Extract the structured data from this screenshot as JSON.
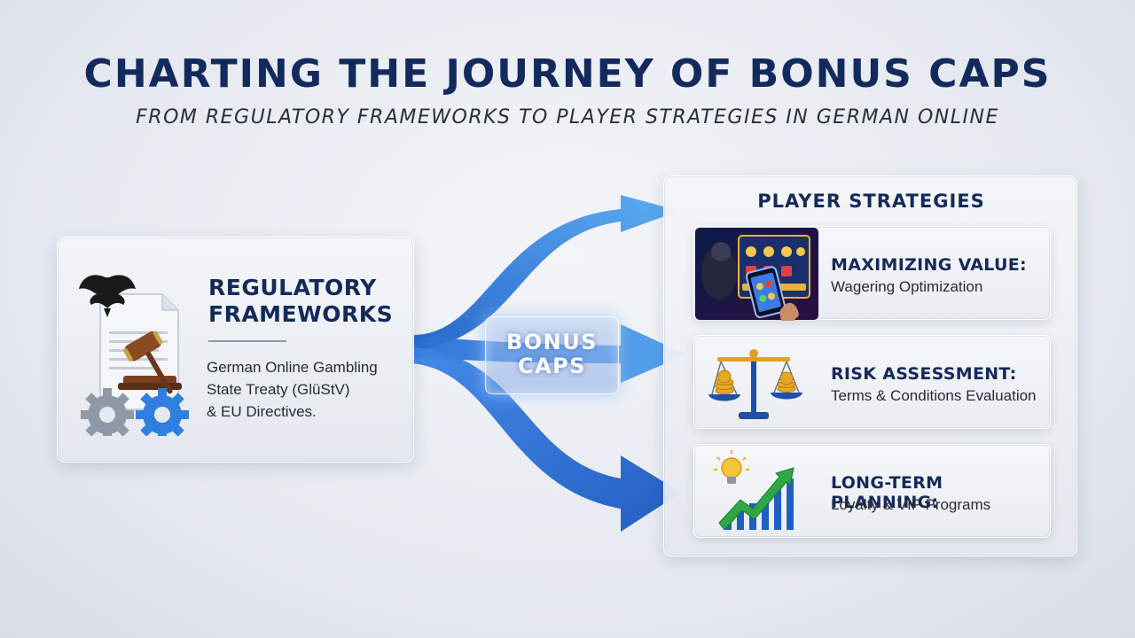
{
  "header": {
    "title": "CHARTING THE JOURNEY OF BONUS CAPS",
    "subtitle": "FROM REGULATORY FRAMEWORKS TO PLAYER STRATEGIES IN GERMAN ONLINE"
  },
  "regulatory": {
    "heading_line1": "REGULATORY",
    "heading_line2": "FRAMEWORKS",
    "description_line1": "German Online Gambling",
    "description_line2": "State Treaty (GlüStV)",
    "description_line3": "& EU Directives.",
    "icons": [
      "eagle-emblem-icon",
      "document-icon",
      "gavel-icon",
      "gears-icon"
    ]
  },
  "center": {
    "label_line1": "BONUS",
    "label_line2": "CAPS"
  },
  "strategies": {
    "heading": "PLAYER STRATEGIES",
    "items": [
      {
        "title": "MAXIMIZING VALUE:",
        "description": "Wagering Optimization",
        "icon": "slot-phone-icon"
      },
      {
        "title": "RISK ASSESSMENT:",
        "description": "Terms & Conditions Evaluation",
        "icon": "balance-scale-icon"
      },
      {
        "title": "LONG-TERM PLANNING:",
        "description": "Loyalty & VIP Programs",
        "icon": "growth-chart-icon"
      }
    ]
  },
  "colors": {
    "navy": "#132a5e",
    "arrow_blue": "#2f7fe0",
    "arrow_light": "#56aaf2",
    "coin_gold": "#e8a820"
  }
}
